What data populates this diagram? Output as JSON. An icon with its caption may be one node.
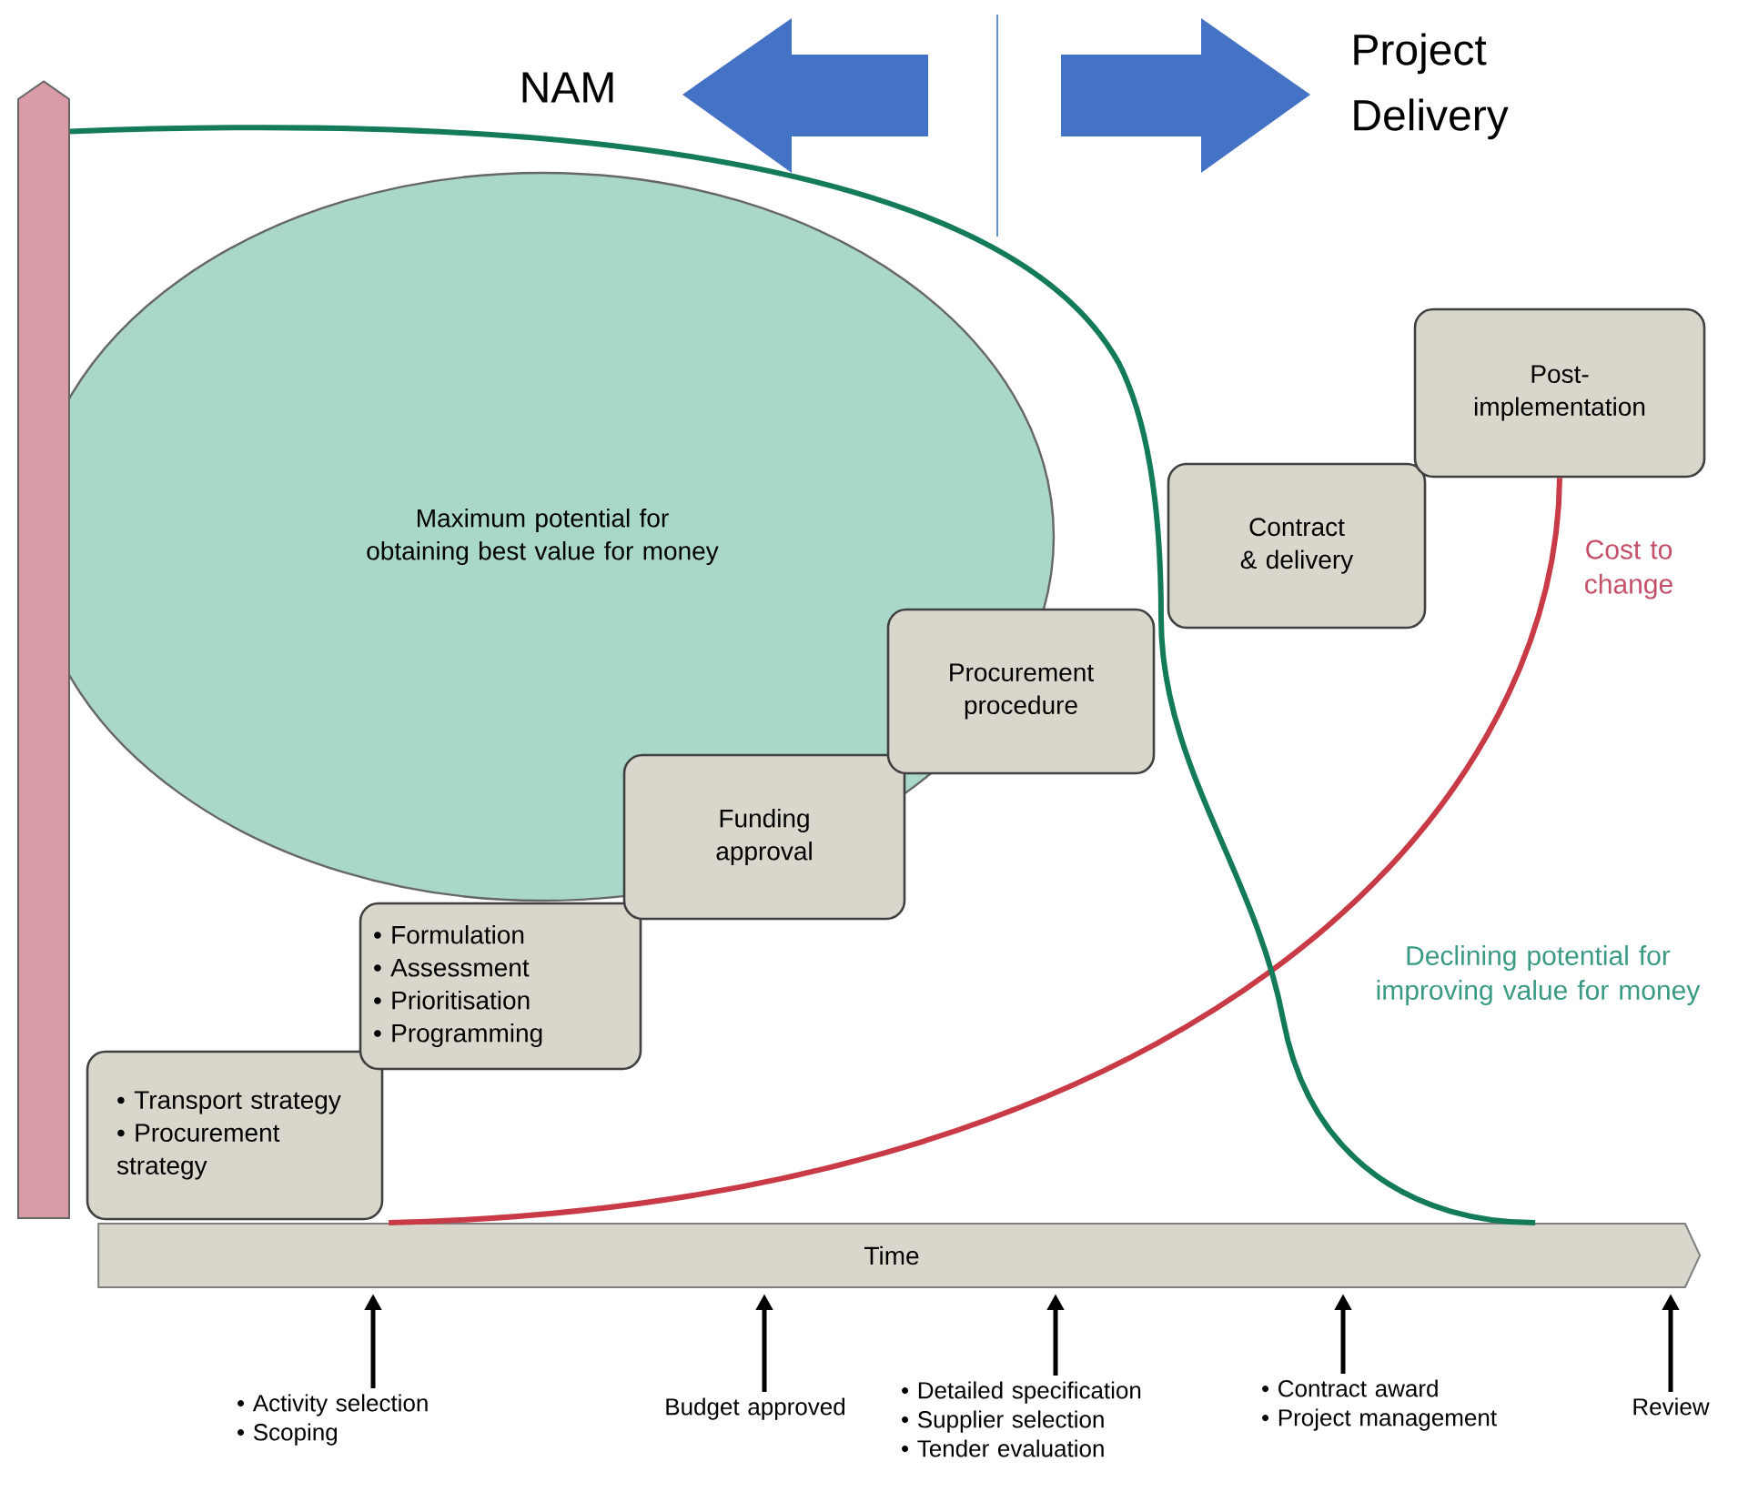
{
  "diagram": {
    "nodes": [
      {
        "text": [
          "Maximum potential for obtaining best value for money"
        ]
      },
      {
        "text": [
          "• Transport strategy",
          "• Procurement strategy"
        ]
      },
      {
        "text": [
          "• Formulation",
          "• Assessment",
          "• Prioritisation",
          "• Programming"
        ]
      },
      {
        "text": [
          "Funding approval"
        ]
      },
      {
        "text": [
          "Procurement procedure"
        ]
      },
      {
        "text": [
          "Contract & delivery"
        ]
      },
      {
        "text": [
          "Post-implementation"
        ]
      },
      {
        "text": [
          "Time"
        ]
      },
      {
        "text": [
          "• Activity selection",
          "• Scoping"
        ]
      },
      {
        "text": [
          "Budget approved"
        ]
      },
      {
        "text": [
          "• Detailed specification",
          "• Supplier selection",
          "• Tender evaluation"
        ]
      },
      {
        "text": [
          "• Contract award",
          "• Project management"
        ]
      },
      {
        "text": [
          "Review"
        ]
      },
      {
        "text": [],
        "shape": "bar"
      }
    ],
    "edges": [
      {
        "from": 8,
        "to": 7,
        "arrow": "to"
      },
      {
        "from": 9,
        "to": 7,
        "arrow": "to"
      },
      {
        "from": 10,
        "to": 7,
        "arrow": "to"
      },
      {
        "from": 11,
        "to": 7,
        "arrow": "to"
      },
      {
        "from": 12,
        "to": 7,
        "arrow": "to"
      },
      {
        "from": 6,
        "to": 7,
        "arrow": "none",
        "color": "#c83a46"
      },
      {
        "from": 13,
        "to": 7,
        "arrow": "none",
        "color": "#137a5a"
      }
    ],
    "labels": [
      "NAM",
      "Project Delivery",
      "Cost to change",
      "Declining potential for improving value for money"
    ]
  }
}
